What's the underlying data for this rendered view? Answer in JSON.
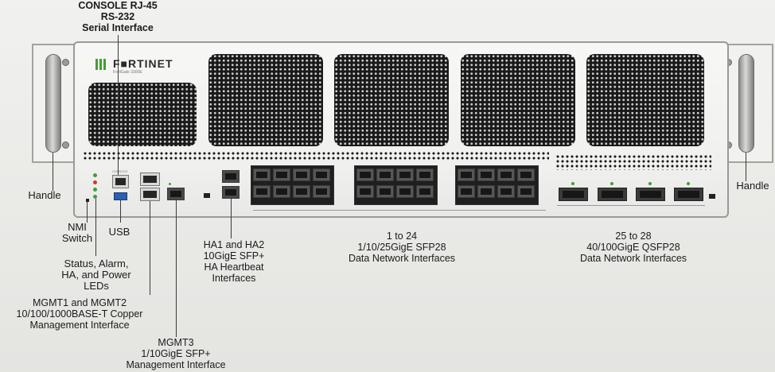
{
  "labels": {
    "console": [
      "CONSOLE RJ-45",
      "RS-232",
      "Serial Interface"
    ],
    "handle_left": "Handle",
    "handle_right": "Handle",
    "nmi": [
      "NMI",
      "Switch"
    ],
    "usb": "USB",
    "leds": [
      "Status, Alarm,",
      "HA, and Power",
      "LEDs"
    ],
    "mgmt12": [
      "MGMT1 and MGMT2",
      "10/100/1000BASE-T Copper",
      "Management Interface"
    ],
    "mgmt3": [
      "MGMT3",
      "1/10GigE SFP+",
      "Management Interface"
    ],
    "ha": [
      "HA1 and HA2",
      "10GigE SFP+",
      "HA Heartbeat",
      "Interfaces"
    ],
    "ports_1_24": [
      "1 to 24",
      "1/10/25GigE SFP28",
      "Data Network Interfaces"
    ],
    "ports_25_28": [
      "25 to 28",
      "40/100GigE QSFP28",
      "Data Network Interfaces"
    ]
  },
  "device": {
    "brand": "F■RTINET",
    "model": "FortiGate 3300E",
    "colors": {
      "logo_green": "#4a9a3a",
      "usb_blue": "#2b5fb0",
      "led_green": "#3ca03c",
      "led_red": "#d03a2a"
    }
  }
}
